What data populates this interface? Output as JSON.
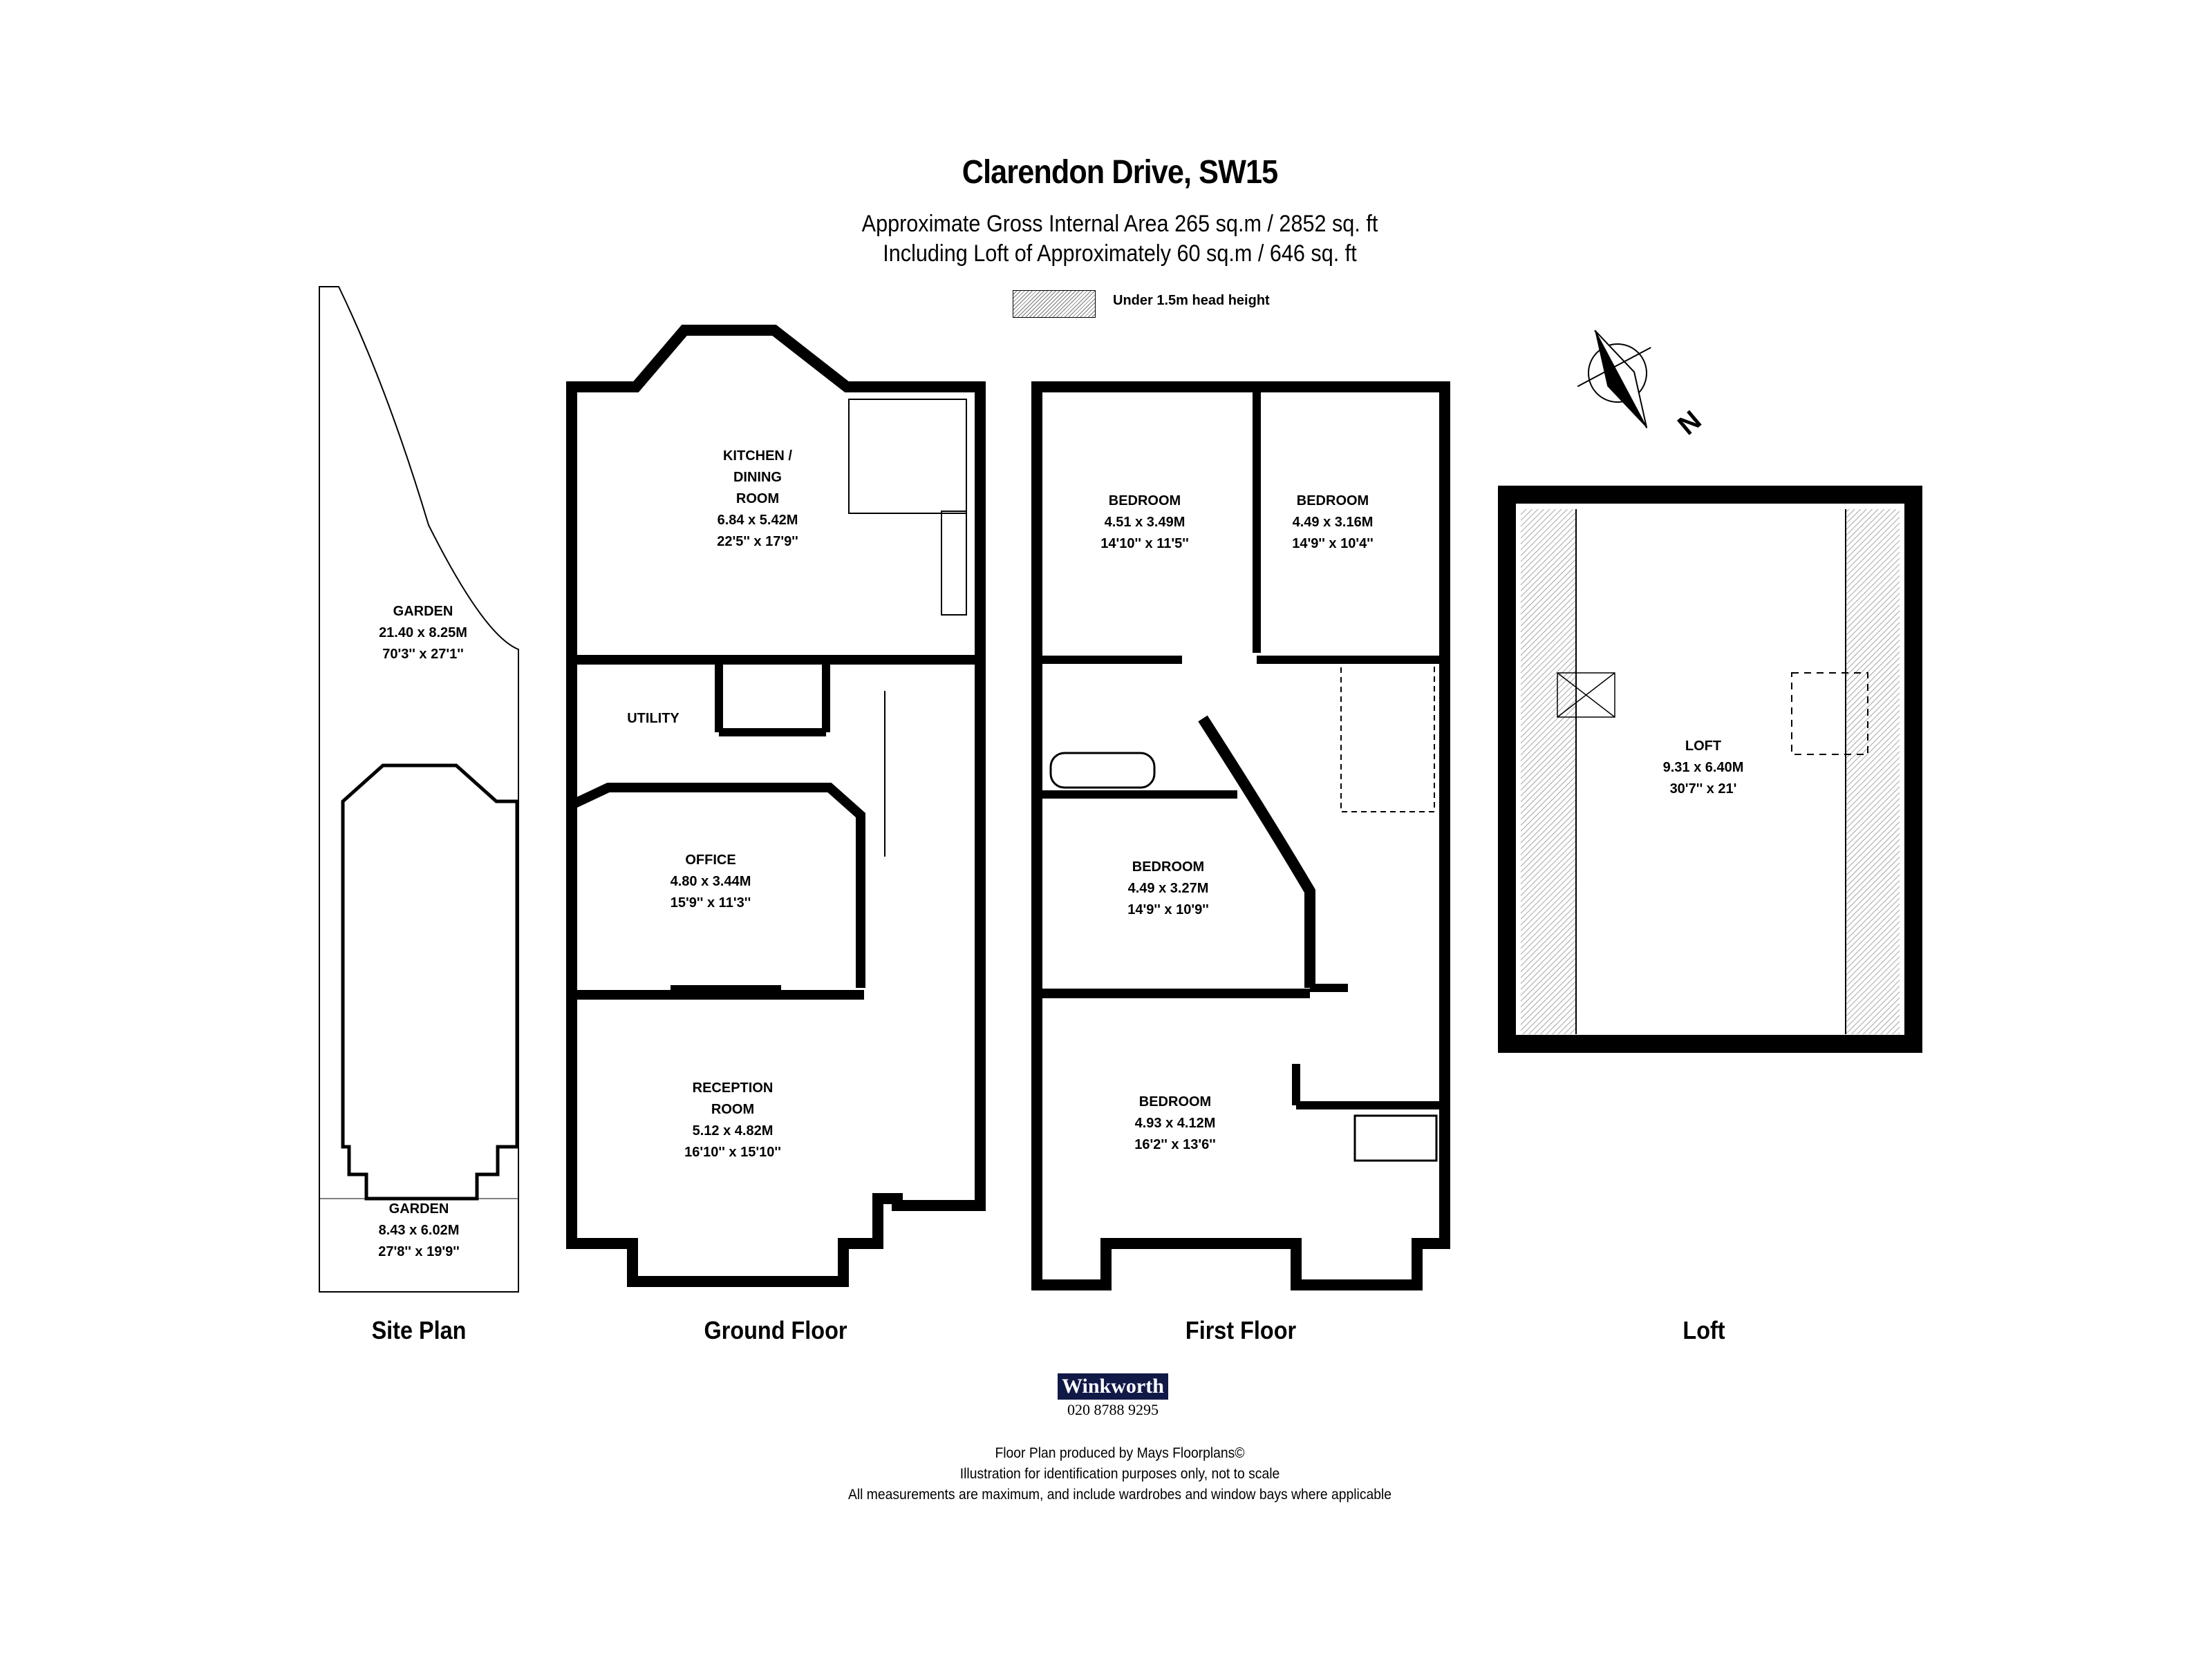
{
  "header": {
    "title": "Clarendon Drive, SW15",
    "area_line": "Approximate Gross Internal Area 265 sq.m  /  2852 sq. ft",
    "loft_line": "Including Loft of Approximately 60 sq.m  /  646 sq. ft"
  },
  "legend": {
    "label": "Under 1.5m head height",
    "pattern": "hatched"
  },
  "compass": {
    "label": "N",
    "icon": "north-arrow-icon"
  },
  "floors": {
    "site_plan": {
      "label": "Site Plan",
      "rooms": [
        {
          "name": "GARDEN",
          "metric": "21.40 x 8.25M",
          "imperial": "70'3'' x 27'1''"
        },
        {
          "name": "GARDEN",
          "metric": "8.43 x 6.02M",
          "imperial": "27'8'' x 19'9''"
        }
      ]
    },
    "ground_floor": {
      "label": "Ground Floor",
      "rooms": [
        {
          "name_line1": "KITCHEN /",
          "name_line2": "DINING",
          "name_line3": "ROOM",
          "metric": "6.84 x 5.42M",
          "imperial": "22'5'' x 17'9''"
        },
        {
          "name": "UTILITY"
        },
        {
          "name": "OFFICE",
          "metric": "4.80 x 3.44M",
          "imperial": "15'9'' x 11'3''"
        },
        {
          "name_line1": "RECEPTION",
          "name_line2": "ROOM",
          "metric": "5.12 x 4.82M",
          "imperial": "16'10'' x 15'10''"
        }
      ]
    },
    "first_floor": {
      "label": "First Floor",
      "rooms": [
        {
          "name": "BEDROOM",
          "metric": "4.51 x 3.49M",
          "imperial": "14'10'' x 11'5''"
        },
        {
          "name": "BEDROOM",
          "metric": "4.49 x 3.16M",
          "imperial": "14'9'' x 10'4''"
        },
        {
          "name": "BEDROOM",
          "metric": "4.49 x 3.27M",
          "imperial": "14'9'' x 10'9''"
        },
        {
          "name": "BEDROOM",
          "metric": "4.93 x 4.12M",
          "imperial": "16'2'' x 13'6''"
        }
      ]
    },
    "loft": {
      "label": "Loft",
      "rooms": [
        {
          "name": "LOFT",
          "metric": "9.31 x 6.40M",
          "imperial": "30'7'' x 21'"
        }
      ]
    }
  },
  "footer": {
    "brand": "Winkworth",
    "brand_color": "#111947",
    "phone": "020 8788 9295",
    "line1": "Floor Plan produced by Mays Floorplans©",
    "line2": "Illustration for identification purposes only, not to scale",
    "line3": "All measurements are maximum, and include wardrobes and window bays where applicable"
  }
}
